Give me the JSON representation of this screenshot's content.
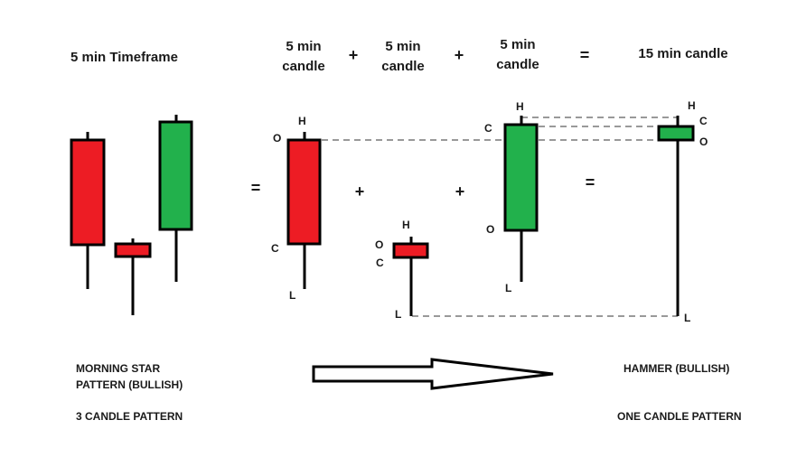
{
  "headers": {
    "timeframe": "5 min Timeframe",
    "candle_1": [
      "5 min",
      "candle"
    ],
    "candle_2": [
      "5 min",
      "candle"
    ],
    "candle_3": [
      "5 min",
      "candle"
    ],
    "plus": "+",
    "equals": "=",
    "result": "15 min candle"
  },
  "operators": {
    "equals": "=",
    "plus": "+"
  },
  "point_labels": {
    "open": "O",
    "high": "H",
    "close": "C",
    "low": "L"
  },
  "captions": {
    "left_line_1": "MORNING STAR",
    "left_line_2": "PATTERN (BULLISH)",
    "left_line_3": "3 CANDLE PATTERN",
    "right_line_1": "HAMMER (BULLISH)",
    "right_line_2": "ONE CANDLE PATTERN"
  },
  "colors": {
    "bearish": "#ed1c24",
    "bullish": "#22b14c",
    "outline": "#000000",
    "dashed": "#999999"
  }
}
